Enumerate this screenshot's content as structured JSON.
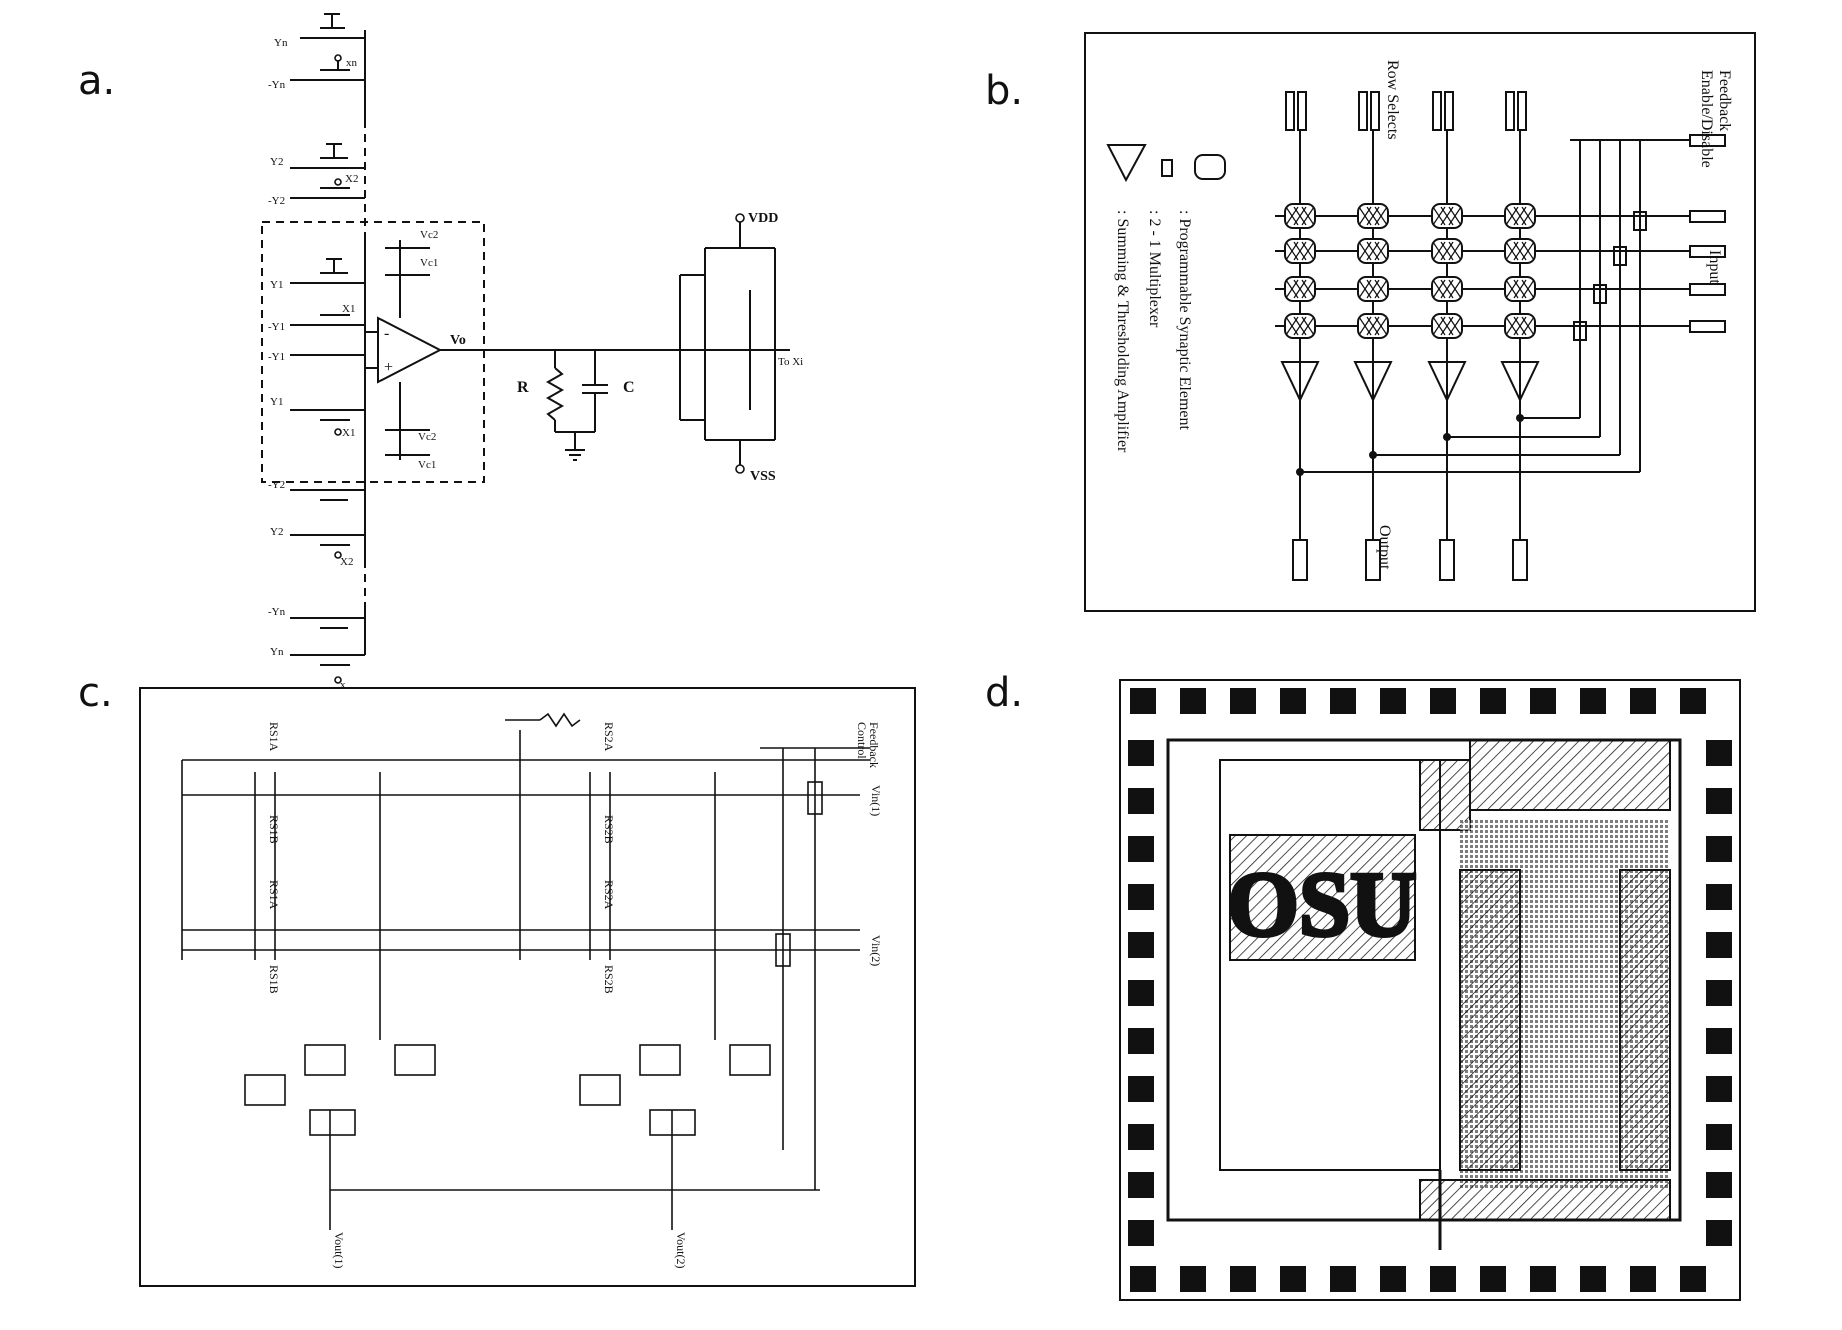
{
  "panels": {
    "a": {
      "label": "a.",
      "inputs": {
        "yn": "Yn",
        "neg_yn": "-Yn",
        "xn": "xn",
        "y2": "Y2",
        "neg_y2": "-Y2",
        "x2": "X2",
        "y1": "Y1",
        "neg_y1": "-Y1",
        "x1": "X1",
        "x": "x"
      },
      "components": {
        "vo": "Vo",
        "r": "R",
        "c": "C",
        "vdd": "VDD",
        "vss": "VSS",
        "to_xi": "To Xi",
        "vc1": "Vc1",
        "vc2": "Vc2",
        "minus": "-",
        "plus": "+"
      }
    },
    "b": {
      "label": "b.",
      "texts": {
        "row_selects": "Row Selects",
        "feedback": "Feedback",
        "enable_disable": "Enable/Disable",
        "input": "Input",
        "output": "Output"
      },
      "legend": [
        {
          "symbol": "synapse",
          "text": ": Programmable Synaptic Element"
        },
        {
          "symbol": "mux",
          "text": ": 2 - 1 Multiplexer"
        },
        {
          "symbol": "amp",
          "text": ": Summing & Thresholding Amplifier"
        }
      ]
    },
    "c": {
      "label": "c.",
      "texts": {
        "rs1a": "RS1A",
        "rs1b": "RS1B",
        "rs2a": "RS2A",
        "rs2b": "RS2B",
        "feedback": "Feedback",
        "control": "Control",
        "vin1": "Vin(1)",
        "vin2": "Vin(2)",
        "vout1": "Vout(1)",
        "vout2": "Vout(2)"
      }
    },
    "d": {
      "label": "d.",
      "chip_logo": "OSU"
    }
  }
}
